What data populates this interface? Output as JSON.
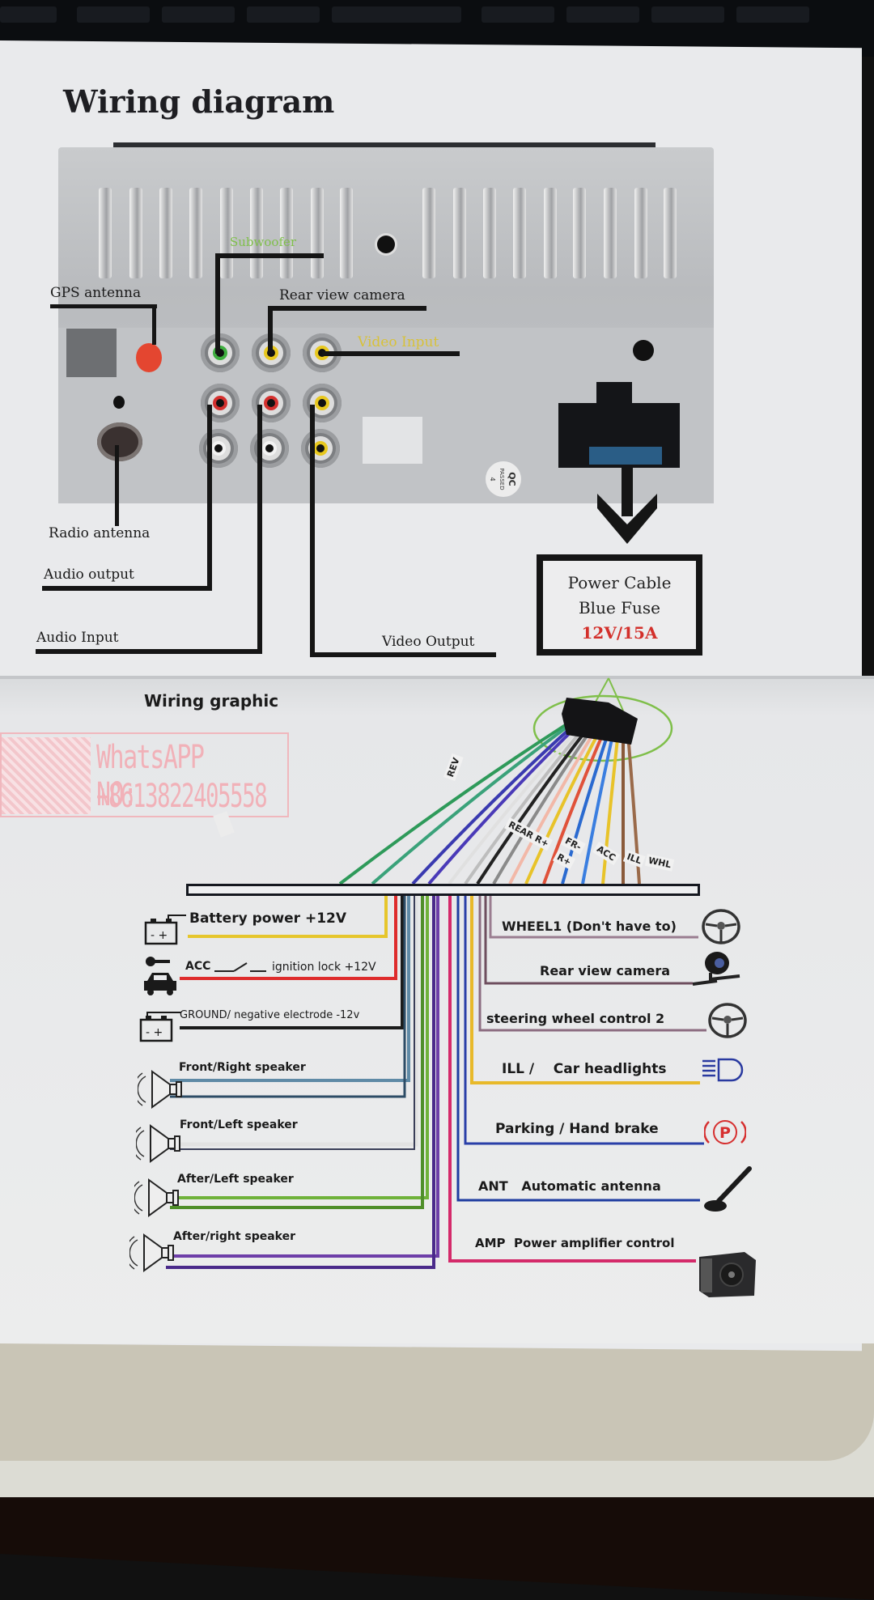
{
  "document": {
    "title": "Wiring diagram",
    "section2_title": "Wiring graphic"
  },
  "rear_panel": {
    "labels": {
      "subwoofer": "Subwoofer",
      "gps_antenna": "GPS antenna",
      "rear_view_camera": "Rear view camera",
      "video_input": "Video Input",
      "radio_antenna": "Radio antenna",
      "audio_output": "Audio output",
      "audio_input": "Audio Input",
      "video_output": "Video Output"
    },
    "qc_sticker": [
      "QC",
      "PASSED",
      "4"
    ],
    "rca_colors": {
      "green": "#3fae3f",
      "yellow": "#e8c81e",
      "red": "#d4302e",
      "white": "#f2f2f2"
    }
  },
  "power_box": {
    "line1": "Power Cable",
    "line2": "Blue Fuse",
    "line3": "12V/15A"
  },
  "stamp": {
    "line1": "WhatsAPP NO:",
    "line2": "+8613822405558"
  },
  "harness_tags": [
    "REV",
    "REAR R+",
    "FR-",
    "R+",
    "ACC",
    "ILL",
    "WHL"
  ],
  "left_wires": [
    {
      "label": "Battery power +12V",
      "color": "#e6c62c",
      "icon": "battery-icon"
    },
    {
      "label": "ACC",
      "label_suffix": "ignition lock +12V",
      "color": "#de2c2c",
      "icon": "car-key-icon"
    },
    {
      "label": "GROUND/ negative electrode -12v",
      "color": "#1b1b1b",
      "icon": "battery-icon"
    },
    {
      "label": "Front/Right speaker",
      "color": "#5f8aa6",
      "color2": "#2d4c66",
      "icon": "speaker-icon"
    },
    {
      "label": "Front/Left speaker",
      "color": "#e2e2e2",
      "color2": "#3a3e58",
      "icon": "speaker-icon"
    },
    {
      "label": "After/Left speaker",
      "color": "#6fb23a",
      "color2": "#4f8f2a",
      "icon": "speaker-icon"
    },
    {
      "label": "After/right speaker",
      "color": "#6d3ea8",
      "color2": "#4a2a8a",
      "icon": "speaker-icon"
    }
  ],
  "right_wires": [
    {
      "label": "WHEEL1  (Don't have to)",
      "color": "#9a7d90",
      "icon": "steering-wheel-icon"
    },
    {
      "label": "Rear view camera",
      "color": "#6e4e5e",
      "icon": "camera-icon"
    },
    {
      "label": "steering wheel control 2",
      "color": "#8c6c80",
      "icon": "steering-wheel-icon"
    },
    {
      "label": "ILL /    Car headlights",
      "color": "#e8b92a",
      "icon": "headlight-icon"
    },
    {
      "label": "Parking  / Hand brake",
      "color": "#2a3fa8",
      "icon": "parking-brake-icon"
    },
    {
      "label": "ANT   Automatic antenna",
      "color": "#1e3ca0",
      "icon": "antenna-icon"
    },
    {
      "label": "AMP  Power amplifier control",
      "color": "#d42a6a",
      "icon": "amplifier-icon"
    }
  ],
  "parking_icon_letter": "P"
}
